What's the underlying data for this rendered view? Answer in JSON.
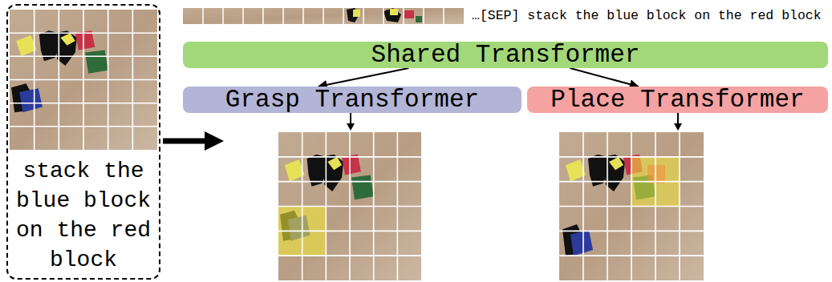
{
  "diagram": {
    "nodes": [
      {
        "text": [
          "stack the blue block on the red block"
        ]
      },
      {
        "text": [
          "Shared Transformer"
        ]
      },
      {
        "text": [
          "Grasp Transformer"
        ]
      },
      {
        "text": [
          "Place Transformer"
        ]
      }
    ],
    "edges": [
      {
        "from": 1,
        "to": 2,
        "arrow": "to"
      },
      {
        "from": 1,
        "to": 3,
        "arrow": "to"
      }
    ],
    "labels": [
      "…[SEP] stack the blue block on the red block"
    ]
  }
}
